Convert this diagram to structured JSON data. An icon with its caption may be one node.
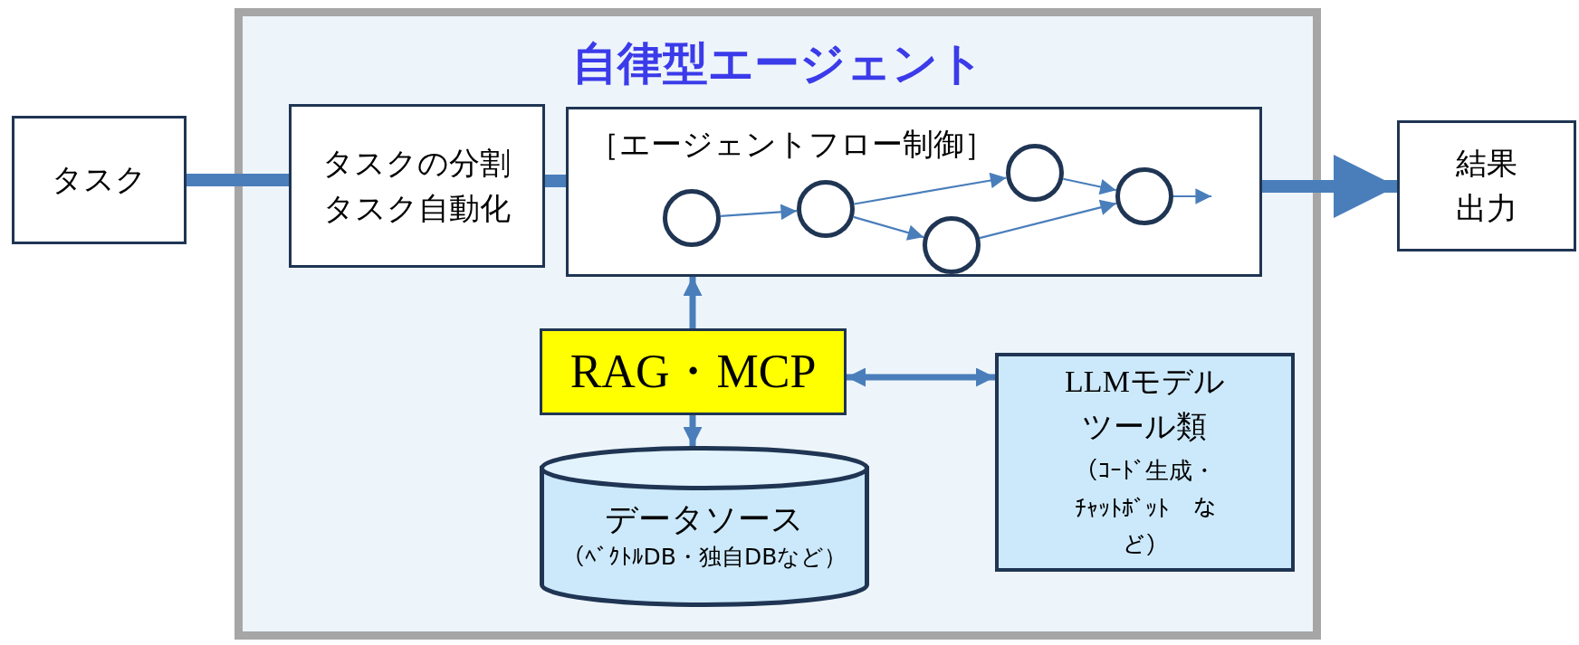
{
  "diagram": {
    "nodes": [
      {
        "text": [
          "タスク"
        ]
      },
      {
        "text": [
          "自律型エージェント"
        ]
      },
      {
        "text": [
          "タスクの分割タスク自動化"
        ],
        "in": 1
      },
      {
        "text": [
          "［エージェントフロー制御］"
        ],
        "in": 1
      },
      {
        "text": [],
        "shape": "circle",
        "in": 3
      },
      {
        "text": [],
        "shape": "circle",
        "in": 3
      },
      {
        "text": [],
        "shape": "circle",
        "in": 3
      },
      {
        "text": [],
        "shape": "circle",
        "in": 3
      },
      {
        "text": [],
        "shape": "circle",
        "in": 3
      },
      {
        "text": [
          "RAG・MCP"
        ],
        "in": 1
      },
      {
        "text": [
          "LLMモデルツール類",
          "（ｺｰﾄﾞ生成・ﾁｬｯﾄﾎﾞｯﾄ　など）"
        ],
        "in": 1
      },
      {
        "text": [
          "データソース",
          "（ﾍﾞｸﾄﾙDB・独自DBなど）"
        ],
        "in": 1
      },
      {
        "text": [
          "結果出力"
        ]
      }
    ],
    "edges": [
      {
        "from": 0,
        "to": 2,
        "arrow": "none",
        "style": "thick"
      },
      {
        "from": 2,
        "to": 3,
        "arrow": "none",
        "style": "thick"
      },
      {
        "from": 3,
        "to": 12,
        "arrow": "to",
        "style": "thick"
      },
      {
        "from": 9,
        "to": 3,
        "arrow": "to",
        "style": "thick"
      },
      {
        "from": 9,
        "to": 11,
        "arrow": "to",
        "style": "thick"
      },
      {
        "from": 9,
        "to": 10,
        "arrow": "both",
        "style": "thick"
      },
      {
        "from": 4,
        "to": 5,
        "arrow": "to"
      },
      {
        "from": 5,
        "to": 6,
        "arrow": "to"
      },
      {
        "from": 5,
        "to": 7,
        "arrow": "to"
      },
      {
        "from": 6,
        "to": 8,
        "arrow": "to"
      },
      {
        "from": 7,
        "to": 8,
        "arrow": "to"
      },
      {
        "from": 8,
        "to": null,
        "arrow": "to"
      }
    ]
  }
}
